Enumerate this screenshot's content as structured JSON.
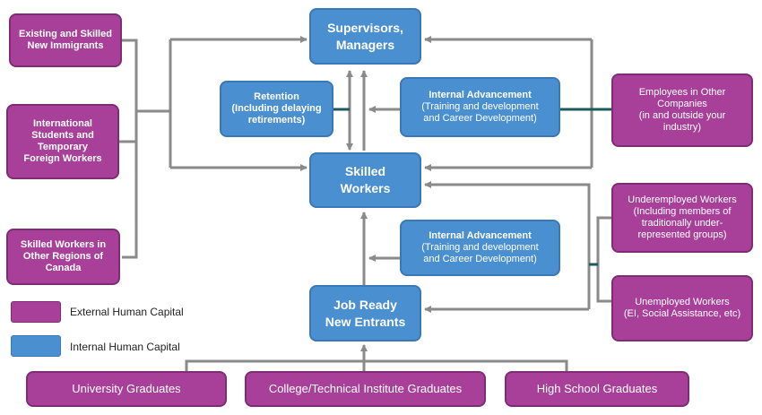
{
  "colors": {
    "external": "#a8409a",
    "internal": "#4a8fd0",
    "connector": "#8a8a8a",
    "connector_dark": "#1e5a5a"
  },
  "internal": {
    "supervisors": "Supervisors,\nManagers",
    "skilled_workers": "Skilled\nWorkers",
    "job_ready": "Job Ready\nNew Entrants",
    "retention": "Retention\n(Including delaying\nretirements)",
    "advancement_top": {
      "title": "Internal Advancement",
      "detail": "(Training and development\nand Career Development)"
    },
    "advancement_bottom": {
      "title": "Internal Advancement",
      "detail": "(Training and development\nand Career Development)"
    }
  },
  "external": {
    "existing_immigrants": "Existing and Skilled\nNew Immigrants",
    "international_students": "International\nStudents and\nTemporary\nForeign Workers",
    "skilled_other_regions": "Skilled Workers in\nOther Regions of\nCanada",
    "employees_other_companies": "Employees in Other\nCompanies\n(in and outside your\nindustry)",
    "underemployed": "Underemployed Workers\n(Including members of\ntraditionally under-\nrepresented groups)",
    "unemployed": "Unemployed Workers\n(EI, Social Assistance, etc)",
    "university": "University Graduates",
    "college": "College/Technical Institute Graduates",
    "high_school": "High School Graduates"
  },
  "legend": {
    "external_label": "External Human Capital",
    "internal_label": "Internal Human Capital"
  }
}
